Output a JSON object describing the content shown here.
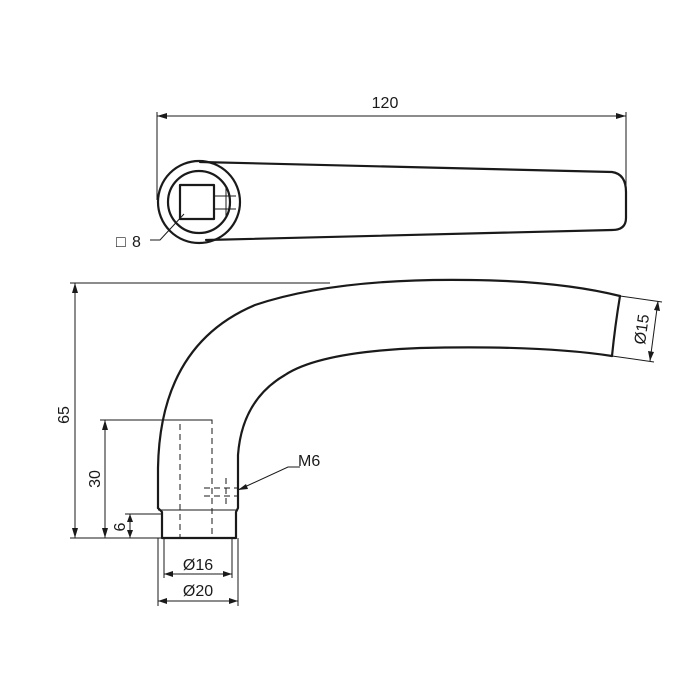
{
  "drawing": {
    "dimensions": {
      "length": "120",
      "square": "8",
      "square_symbol": "□",
      "height": "65",
      "shank_depth": "30",
      "collar_height": "6",
      "thread": "M6",
      "tip_diameter": "Ø15",
      "inner_diameter": "Ø16",
      "outer_diameter": "Ø20"
    },
    "colors": {
      "line": "#1a1a1a",
      "background": "#ffffff"
    }
  }
}
